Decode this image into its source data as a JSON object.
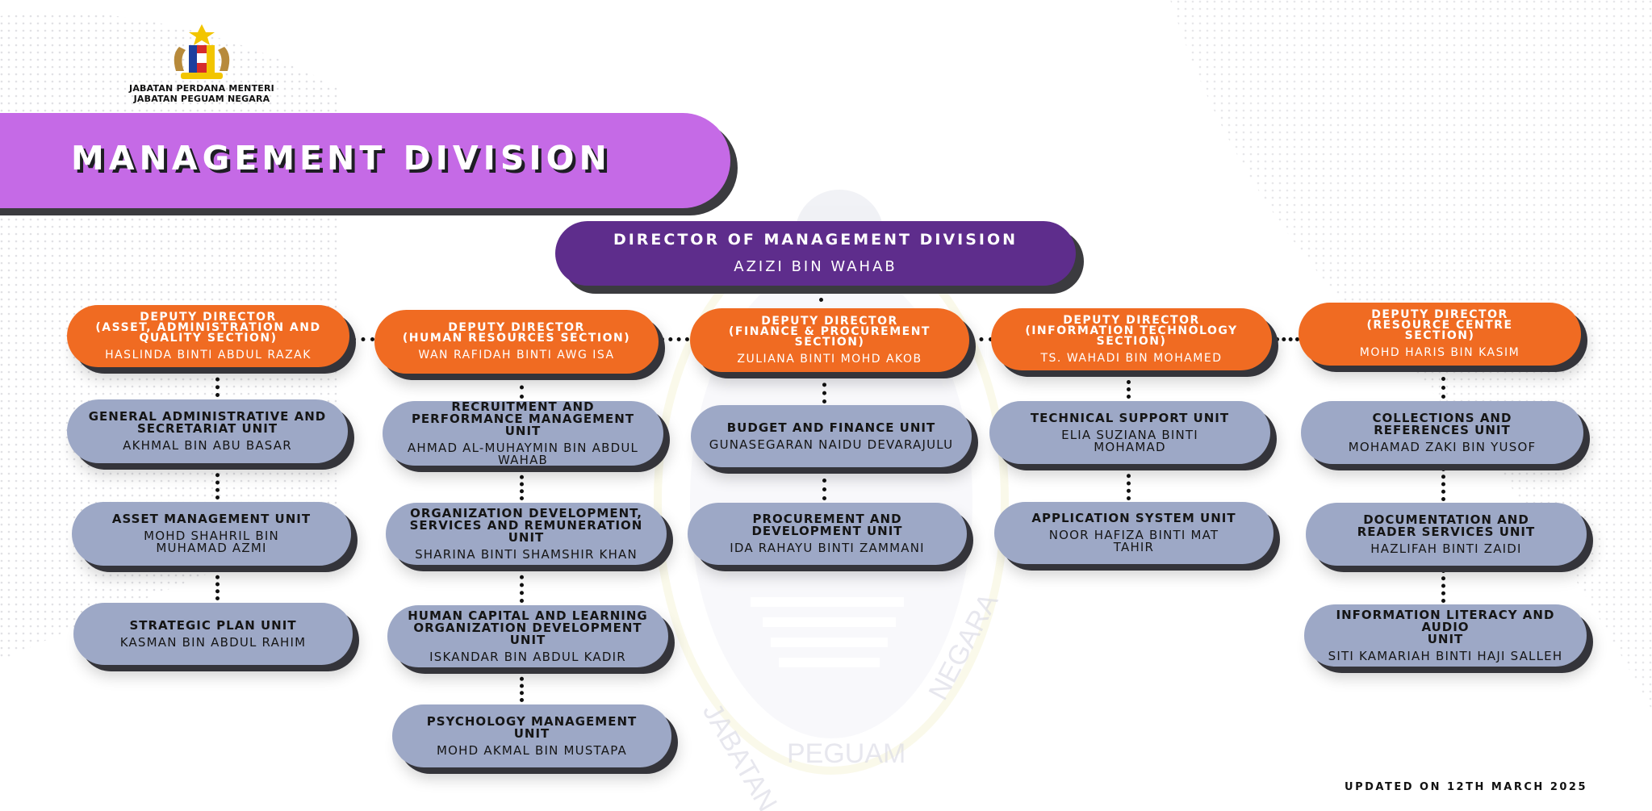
{
  "header": {
    "agency_line1": "JABATAN PERDANA MENTERI",
    "agency_line2": "JABATAN PEGUAM NEGARA",
    "page_title": "MANAGEMENT DIVISION"
  },
  "watermark": {
    "text_left": "JABATAN",
    "text_bottom": "PEGUAM",
    "text_right": "NEGARA"
  },
  "director": {
    "title": "DIRECTOR OF MANAGEMENT DIVISION",
    "name": "AZIZI BIN WAHAB"
  },
  "columns": [
    {
      "deputy": {
        "title": "DEPUTY DIRECTOR\n(ASSET, ADMINISTRATION AND\nQUALITY SECTION)",
        "name": "HASLINDA BINTI ABDUL RAZAK"
      },
      "units": [
        {
          "title": "GENERAL ADMINISTRATIVE  AND\nSECRETARIAT UNIT",
          "name": "AKHMAL BIN ABU BASAR"
        },
        {
          "title": "ASSET MANAGEMENT UNIT",
          "name": "MOHD SHAHRIL BIN\nMUHAMAD AZMI"
        },
        {
          "title": "STRATEGIC PLAN UNIT",
          "name": "KASMAN BIN ABDUL RAHIM"
        }
      ]
    },
    {
      "deputy": {
        "title": "DEPUTY DIRECTOR\n(HUMAN RESOURCES SECTION)",
        "name": "WAN RAFIDAH BINTI AWG ISA"
      },
      "units": [
        {
          "title": "RECRUITMENT AND\nPERFORMANCE MANAGEMENT\nUNIT",
          "name": "AHMAD AL-MUHAYMIN BIN ABDUL\nWAHAB"
        },
        {
          "title": "ORGANIZATION DEVELOPMENT,\nSERVICES AND REMUNERATION UNIT",
          "name": "SHARINA BINTI SHAMSHIR KHAN"
        },
        {
          "title": "HUMAN CAPITAL AND LEARNING\nORGANIZATION DEVELOPMENT\nUNIT",
          "name": "ISKANDAR BIN ABDUL KADIR"
        },
        {
          "title": "PSYCHOLOGY MANAGEMENT\nUNIT",
          "name": "MOHD AKMAL BIN MUSTAPA"
        }
      ]
    },
    {
      "deputy": {
        "title": "DEPUTY DIRECTOR\n(FINANCE & PROCUREMENT\nSECTION)",
        "name": "ZULIANA BINTI MOHD AKOB"
      },
      "units": [
        {
          "title": "BUDGET AND FINANCE UNIT",
          "name": "GUNASEGARAN NAIDU DEVARAJULU"
        },
        {
          "title": "PROCUREMENT AND\nDEVELOPMENT UNIT",
          "name": "IDA RAHAYU BINTI ZAMMANI"
        }
      ]
    },
    {
      "deputy": {
        "title": "DEPUTY DIRECTOR\n(INFORMATION TECHNOLOGY\nSECTION)",
        "name": "TS. WAHADI BIN MOHAMED"
      },
      "units": [
        {
          "title": "TECHNICAL SUPPORT UNIT",
          "name": "ELIA SUZIANA BINTI\nMOHAMAD"
        },
        {
          "title": "APPLICATION SYSTEM UNIT",
          "name": "NOOR HAFIZA BINTI MAT\nTAHIR"
        }
      ]
    },
    {
      "deputy": {
        "title": "DEPUTY DIRECTOR\n(RESOURCE CENTRE\nSECTION)",
        "name": "MOHD HARIS BIN KASIM"
      },
      "units": [
        {
          "title": "COLLECTIONS AND\nREFERENCES UNIT",
          "name": "MOHAMAD ZAKI BIN YUSOF"
        },
        {
          "title": "DOCUMENTATION AND\nREADER SERVICES UNIT",
          "name": "HAZLIFAH BINTI ZAIDI"
        },
        {
          "title": "INFORMATION LITERACY AND AUDIO\nUNIT",
          "name": "SITI KAMARIAH BINTI HAJI SALLEH"
        }
      ]
    }
  ],
  "footer": {
    "updated": "UPDATED ON 12TH MARCH 2025"
  },
  "colors": {
    "banner": "#c56ae6",
    "director": "#5e2d8c",
    "deputy": "#f06b22",
    "unit": "#9da8c6",
    "shadow": "#3b3b3f"
  }
}
